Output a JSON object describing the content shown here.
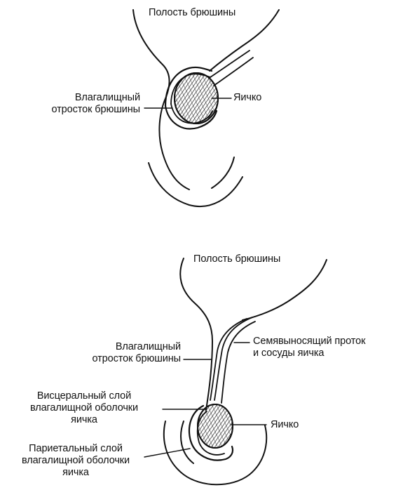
{
  "colors": {
    "ink": "#111111",
    "background": "#ffffff"
  },
  "icons": {
    "testis_shading": "hatched-oval"
  },
  "diagram_top": {
    "peritoneal_cavity_label": "Полость брюшины",
    "vaginal_process_label": "Влагалищный\nотросток брюшины",
    "testis_label": "Яичко"
  },
  "diagram_bottom": {
    "peritoneal_cavity_label": "Полость брюшины",
    "vas_deferens_label": "Семявыносящий проток\nи сосуды яичка",
    "vaginal_process_label": "Влагалищный\nотросток брюшины",
    "visceral_layer_label": "Висцеральный слой\nвлагалищной оболочки\nяичка",
    "testis_label": "Яичко",
    "parietal_layer_label": "Париетальный слой\nвлагалищной оболочки\nяичка"
  }
}
